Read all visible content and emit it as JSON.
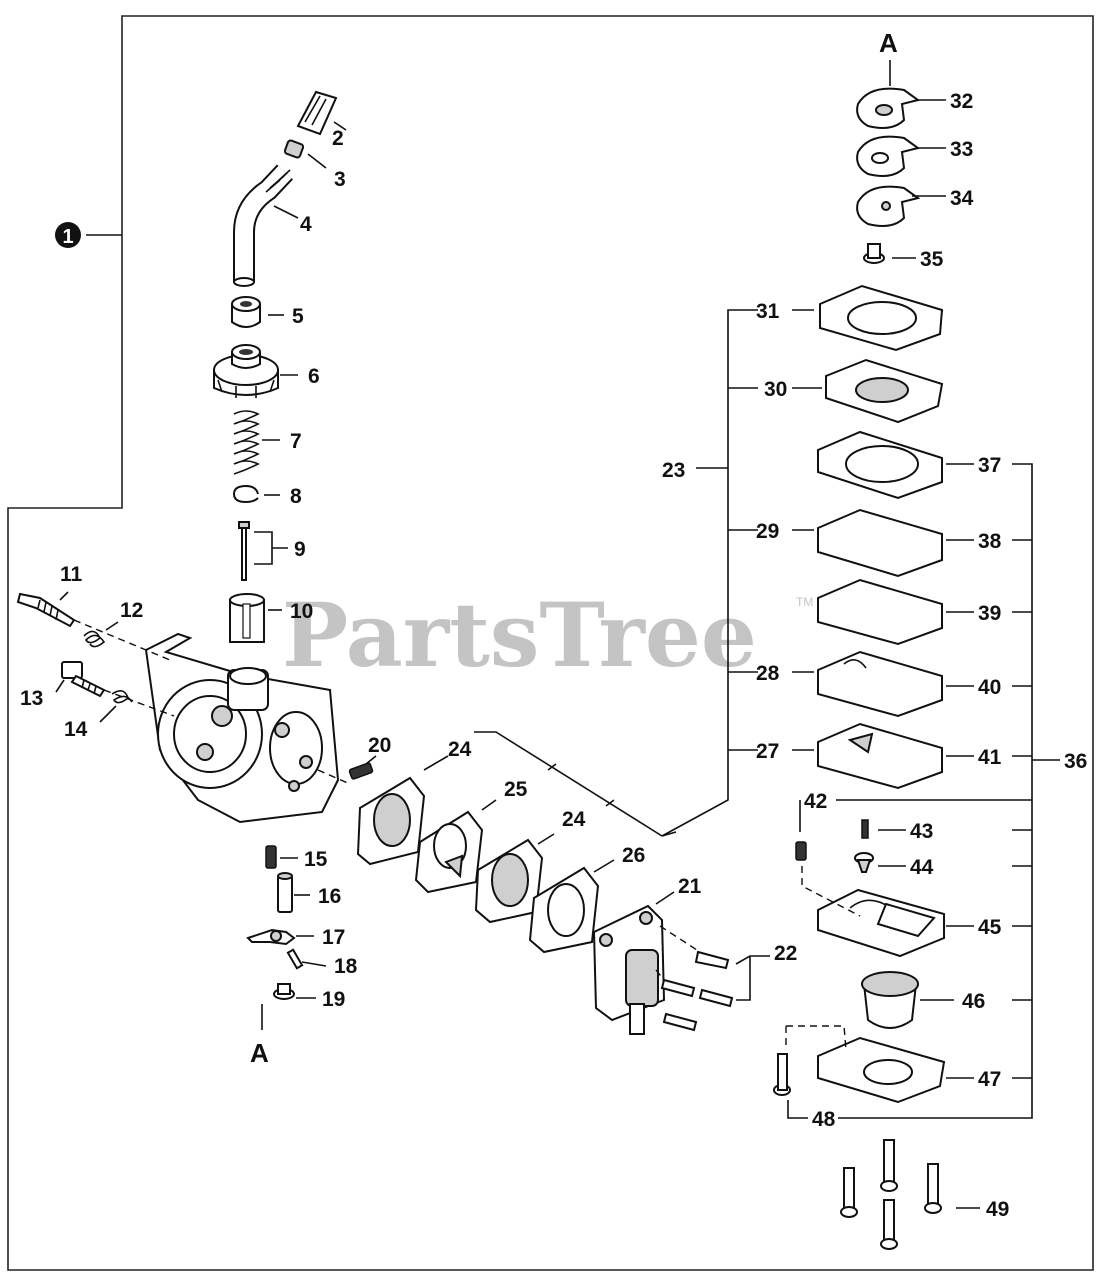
{
  "watermark": {
    "text": "PartsTree",
    "trademark": "TM"
  },
  "assembly_badge": "1",
  "reference_marks": {
    "top": "A",
    "bottom": "A"
  },
  "callouts": {
    "n2": "2",
    "n3": "3",
    "n4": "4",
    "n5": "5",
    "n6": "6",
    "n7": "7",
    "n8": "8",
    "n9": "9",
    "n10": "10",
    "n11": "11",
    "n12": "12",
    "n13": "13",
    "n14": "14",
    "n15": "15",
    "n16": "16",
    "n17": "17",
    "n18": "18",
    "n19": "19",
    "n20": "20",
    "n21": "21",
    "n22": "22",
    "n23": "23",
    "n24a": "24",
    "n24b": "24",
    "n25": "25",
    "n26": "26",
    "n27": "27",
    "n28": "28",
    "n29": "29",
    "n30": "30",
    "n31": "31",
    "n32": "32",
    "n33": "33",
    "n34": "34",
    "n35": "35",
    "n36": "36",
    "n37": "37",
    "n38": "38",
    "n39": "39",
    "n40": "40",
    "n41": "41",
    "n42": "42",
    "n43": "43",
    "n44": "44",
    "n45": "45",
    "n46": "46",
    "n47": "47",
    "n48": "48",
    "n49": "49"
  }
}
